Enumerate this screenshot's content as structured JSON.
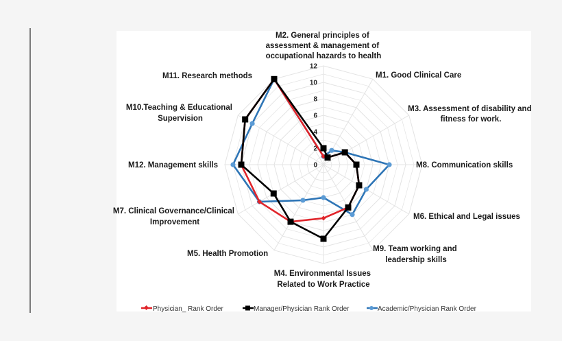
{
  "colors": {
    "page_bg": "#f5f5f5",
    "chart_bg": "#ffffff",
    "grid": "#d9d9d9",
    "physician": "#e0242a",
    "manager": "#000000",
    "academic": "#2e75b6"
  },
  "chart_data": {
    "type": "radar",
    "title": "",
    "axis_ticks": [
      "0",
      "2",
      "4",
      "6",
      "8",
      "10",
      "12"
    ],
    "rlim": [
      0,
      12
    ],
    "grid": true,
    "legend_position": "bottom",
    "categories": [
      "M2. General principles of assessment & management of occupational hazards to health",
      "M1. Good Clinical Care",
      "M3. Assessment of disability and fitness for work.",
      "M8. Communication skills",
      "M6. Ethical and Legal issues",
      "M9. Team working and leadership skills",
      "M4. Environmental Issues Related to Work Practice",
      "M5. Health Promotion",
      "M7. Clinical Governance/Clinical Improvement",
      "M12. Management skills",
      "M10.Teaching & Educational Supervision",
      "M11. Research methods"
    ],
    "series": [
      {
        "name": "Physician_  Rank Order",
        "color": "#e0242a",
        "marker": "diamond",
        "values": [
          1,
          1,
          3,
          4,
          5,
          6,
          6.5,
          8,
          9,
          10,
          11,
          12
        ]
      },
      {
        "name": "Manager/Physician Rank Order",
        "color": "#000000",
        "marker": "square",
        "values": [
          2,
          1,
          3,
          4,
          5,
          6,
          9,
          8,
          7,
          10,
          11,
          12
        ]
      },
      {
        "name": "Academic/Physician Rank Order",
        "color": "#2e75b6",
        "marker": "circle",
        "values": [
          1,
          2,
          3,
          8,
          6,
          7,
          4,
          5,
          9,
          11,
          10,
          12
        ]
      }
    ]
  },
  "labels": {
    "m2": [
      "M2. General principles of",
      "assessment & management of",
      "occupational hazards to health"
    ],
    "m1": [
      "M1. Good Clinical Care"
    ],
    "m3": [
      "M3. Assessment of disability and",
      "fitness for work."
    ],
    "m8": [
      "M8. Communication skills"
    ],
    "m6": [
      "M6. Ethical and Legal issues"
    ],
    "m9": [
      "M9. Team working and",
      "leadership skills"
    ],
    "m4": [
      "M4. Environmental Issues",
      "Related to Work Practice"
    ],
    "m5": [
      "M5. Health Promotion"
    ],
    "m7": [
      "M7. Clinical Governance/Clinical",
      "Improvement"
    ],
    "m12": [
      "M12. Management skills"
    ],
    "m10": [
      "M10.Teaching & Educational",
      "Supervision"
    ],
    "m11": [
      "M11. Research methods"
    ]
  },
  "legend": {
    "physician": "Physician_  Rank Order",
    "manager": "Manager/Physician Rank Order",
    "academic": "Academic/Physician Rank Order"
  }
}
